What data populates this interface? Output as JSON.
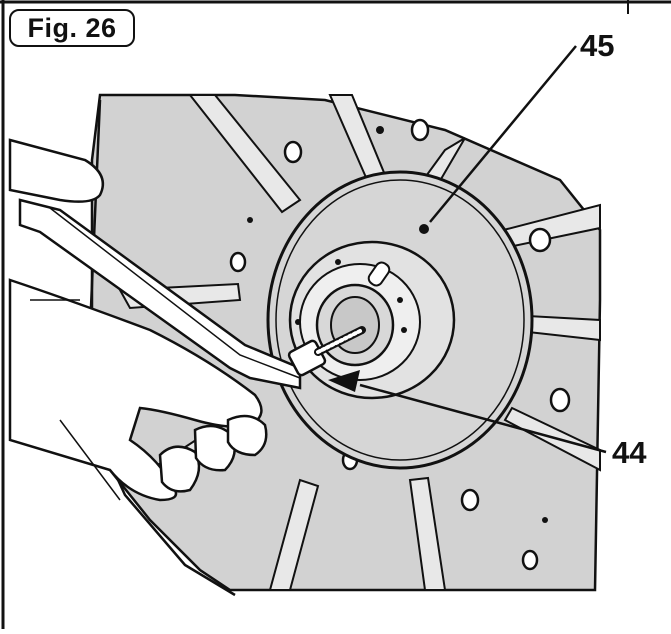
{
  "figure": {
    "label": "Fig. 26"
  },
  "callouts": [
    {
      "id": "45",
      "label": "45"
    },
    {
      "id": "44",
      "label": "44"
    }
  ],
  "colors": {
    "line": "#111111",
    "fill": "#d2d2d2",
    "hub": "#e2e2e2",
    "paper": "#ffffff"
  }
}
